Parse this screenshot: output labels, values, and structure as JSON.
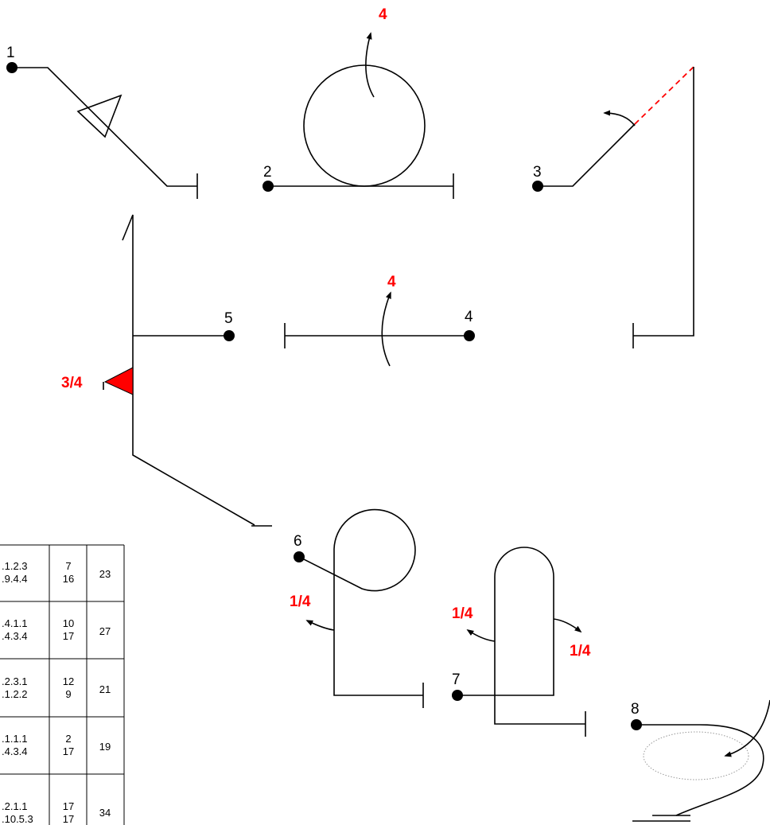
{
  "figures": [
    {
      "number": "1",
      "rotation": ""
    },
    {
      "number": "2",
      "rotation": "4"
    },
    {
      "number": "3",
      "rotation": ""
    },
    {
      "number": "4",
      "rotation": "4"
    },
    {
      "number": "5",
      "rotation": "3/4"
    },
    {
      "number": "6",
      "rotation": "1/4"
    },
    {
      "number": "7",
      "rotation_left": "1/4",
      "rotation_right": "1/4"
    },
    {
      "number": "8",
      "rotation": ""
    }
  ],
  "table": {
    "rows": [
      {
        "code_top": ".1.2.3",
        "code_bottom": ".9.4.4",
        "value_top": "7",
        "value_bottom": "16",
        "total": "23"
      },
      {
        "code_top": ".4.1.1",
        "code_bottom": ".4.3.4",
        "value_top": "10",
        "value_bottom": "17",
        "total": "27"
      },
      {
        "code_top": ".2.3.1",
        "code_bottom": ".1.2.2",
        "value_top": "12",
        "value_bottom": "9",
        "total": "21"
      },
      {
        "code_top": ".1.1.1",
        "code_bottom": ".4.3.4",
        "value_top": "2",
        "value_bottom": "17",
        "total": "19"
      },
      {
        "code_top": ".2.1.1",
        "code_bottom": ".10.5.3",
        "value_top": "17",
        "value_bottom": "17",
        "total": "34"
      }
    ]
  },
  "colors": {
    "line": "#000000",
    "accent": "#ff0000",
    "dotted": "#999999"
  }
}
